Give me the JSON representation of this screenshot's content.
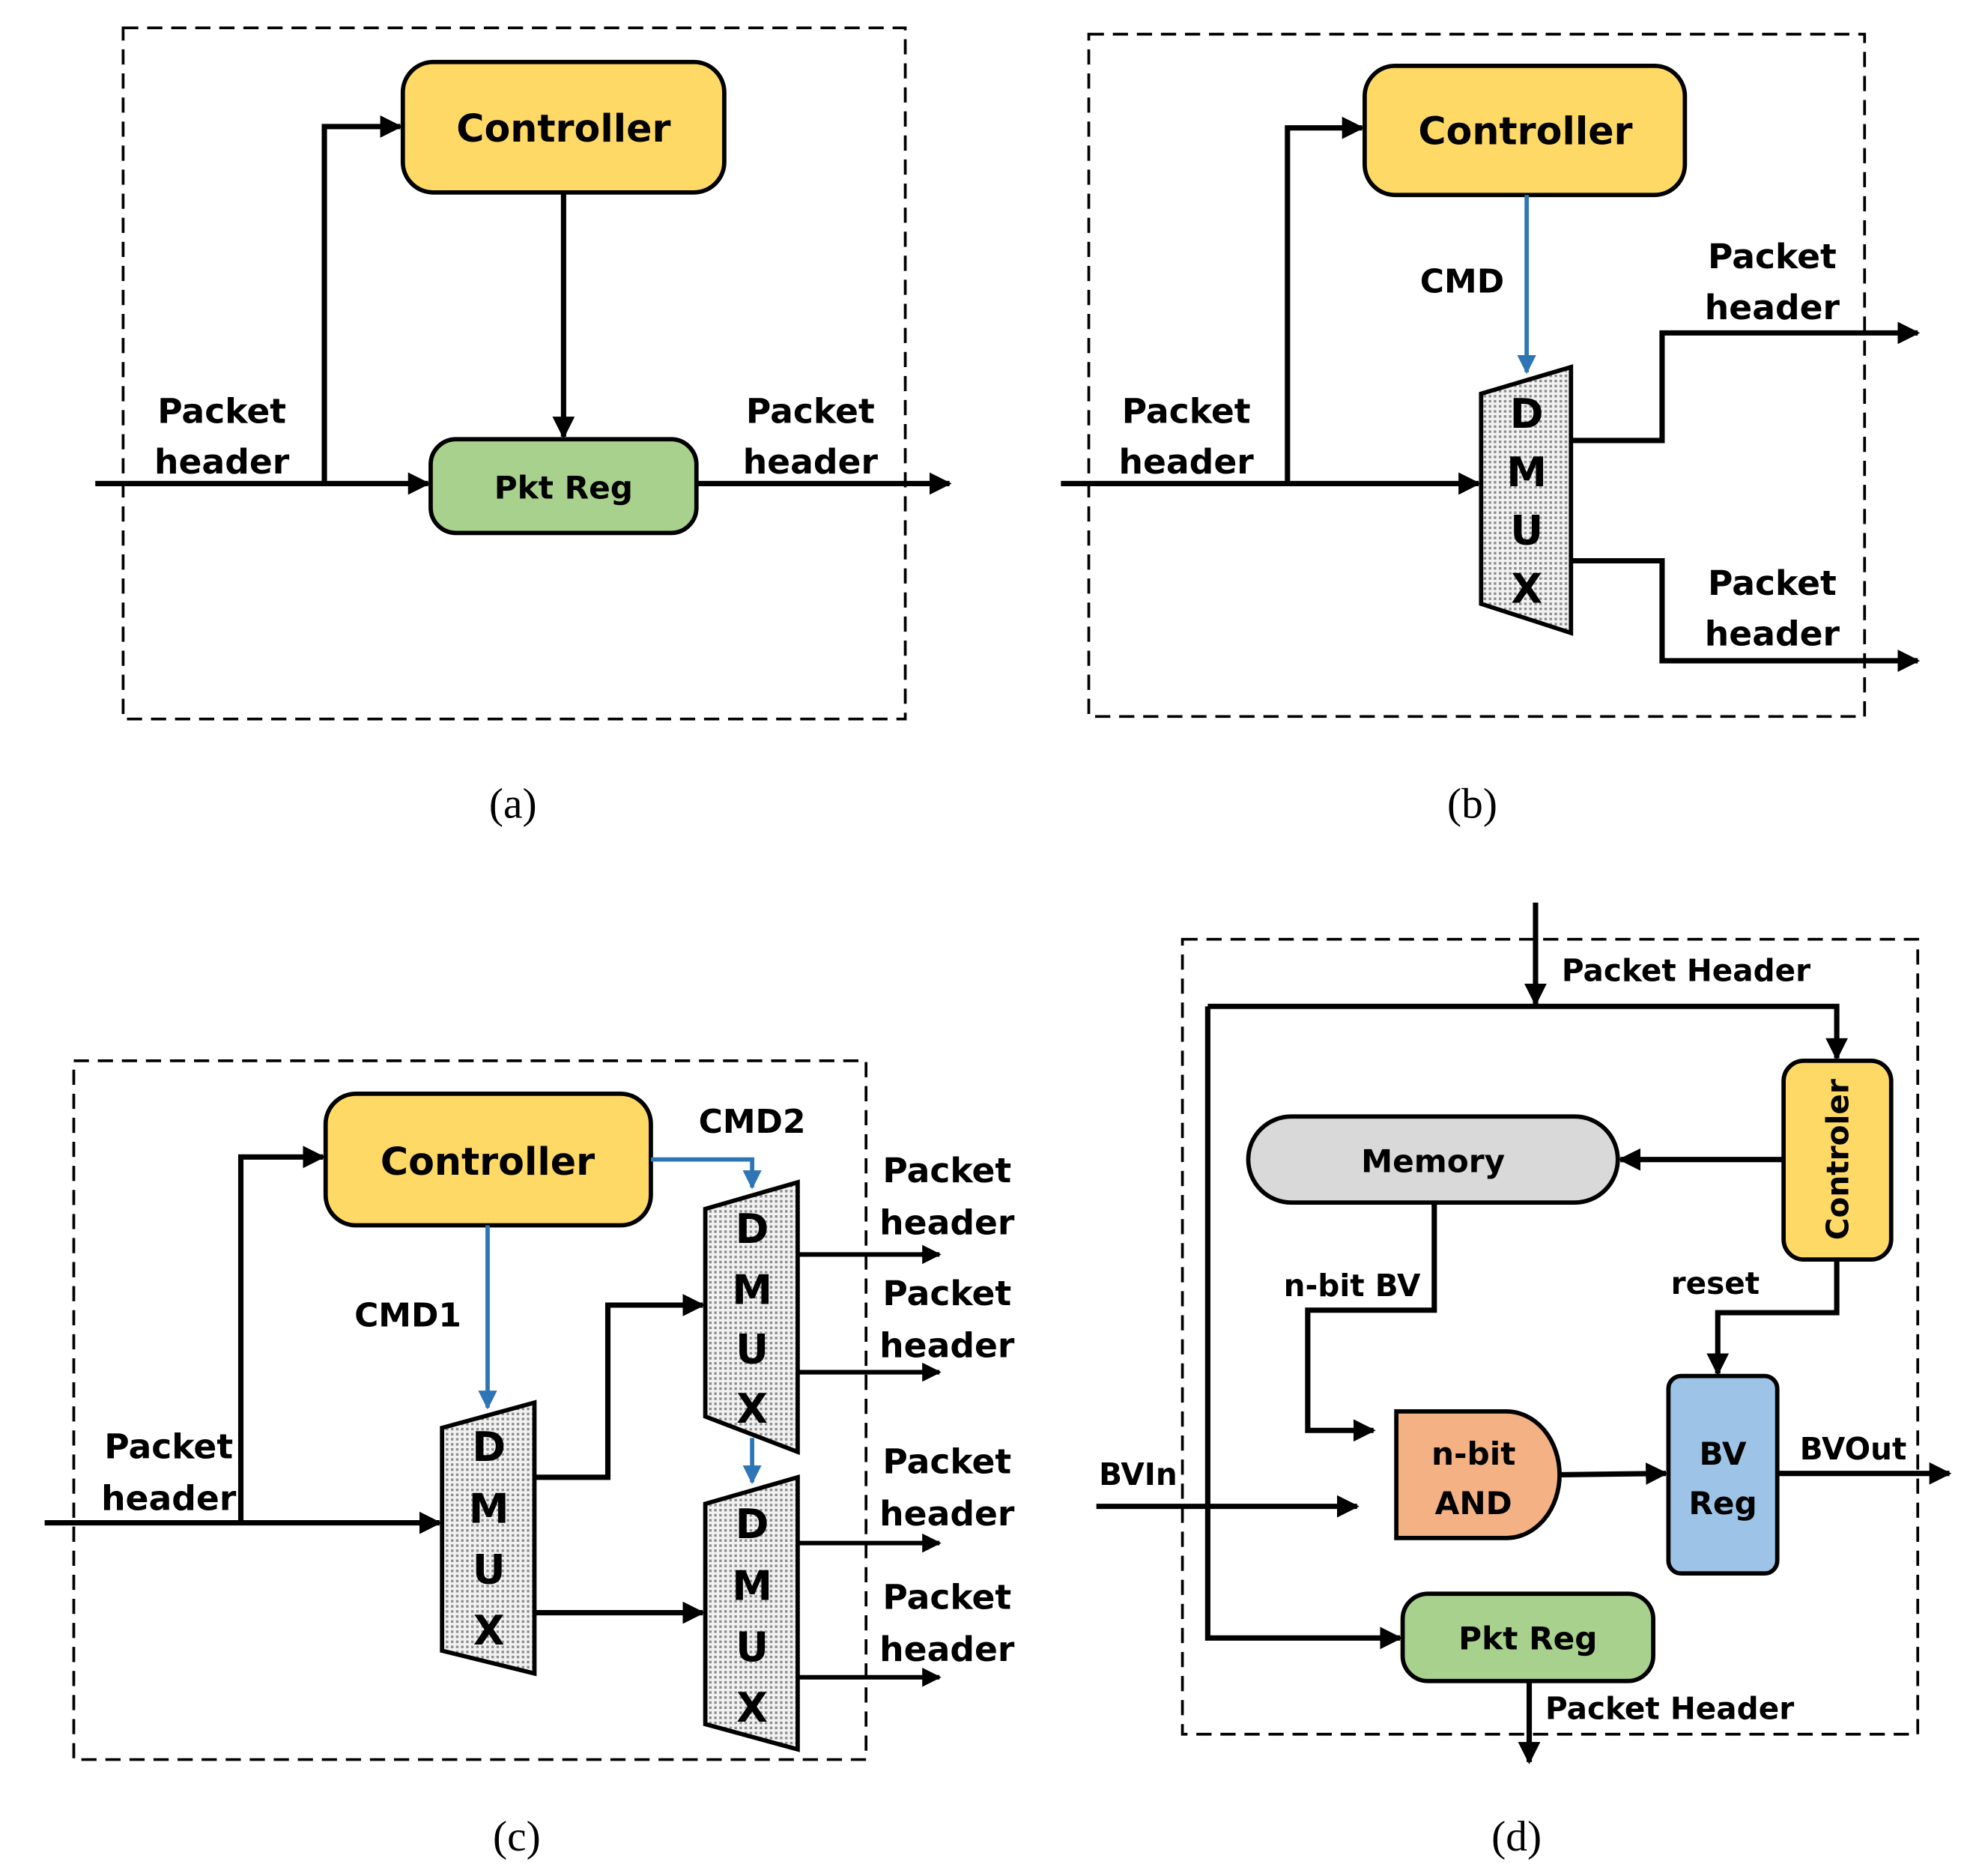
{
  "figure": {
    "panels": [
      {
        "id": "a",
        "caption": "(a)",
        "controller_label": "Controller",
        "pkt_reg_label": "Pkt Reg",
        "input_label": [
          "Packet",
          "header"
        ],
        "output_label": [
          "Packet",
          "header"
        ]
      },
      {
        "id": "b",
        "caption": "(b)",
        "controller_label": "Controller",
        "cmd_label": "CMD",
        "dmux_letters": [
          "D",
          "M",
          "U",
          "X"
        ],
        "input_label": [
          "Packet",
          "header"
        ],
        "output_labels": [
          [
            "Packet",
            "header"
          ],
          [
            "Packet",
            "header"
          ]
        ]
      },
      {
        "id": "c",
        "caption": "(c)",
        "controller_label": "Controller",
        "cmd1_label": "CMD1",
        "cmd2_label": "CMD2",
        "dmux_letters": [
          "D",
          "M",
          "U",
          "X"
        ],
        "input_label": [
          "Packet",
          "header"
        ],
        "output_labels": [
          [
            "Packet",
            "header"
          ],
          [
            "Packet",
            "header"
          ],
          [
            "Packet",
            "header"
          ],
          [
            "Packet",
            "header"
          ]
        ]
      },
      {
        "id": "d",
        "caption": "(d)",
        "packet_header_in_label": "Packet Header",
        "controller_label": "Controler",
        "memory_label": "Memory",
        "nbit_bv_label": "n-bit BV",
        "reset_label": "reset",
        "and_label": [
          "n-bit",
          "AND"
        ],
        "bv_reg_label": [
          "BV",
          "Reg"
        ],
        "bvin_label": "BVIn",
        "bvout_label": "BVOut",
        "pkt_reg_label": "Pkt Reg",
        "packet_header_out_label": "Packet Header"
      }
    ],
    "colors": {
      "controller": "#ffd966",
      "pkt_reg": "#a9d18e",
      "memory": "#d9d9d9",
      "and_gate": "#f4b183",
      "bv_reg": "#9dc3e6",
      "cmd_wire": "#2e75b6",
      "dmux_fill": "#d9d9d9"
    }
  }
}
